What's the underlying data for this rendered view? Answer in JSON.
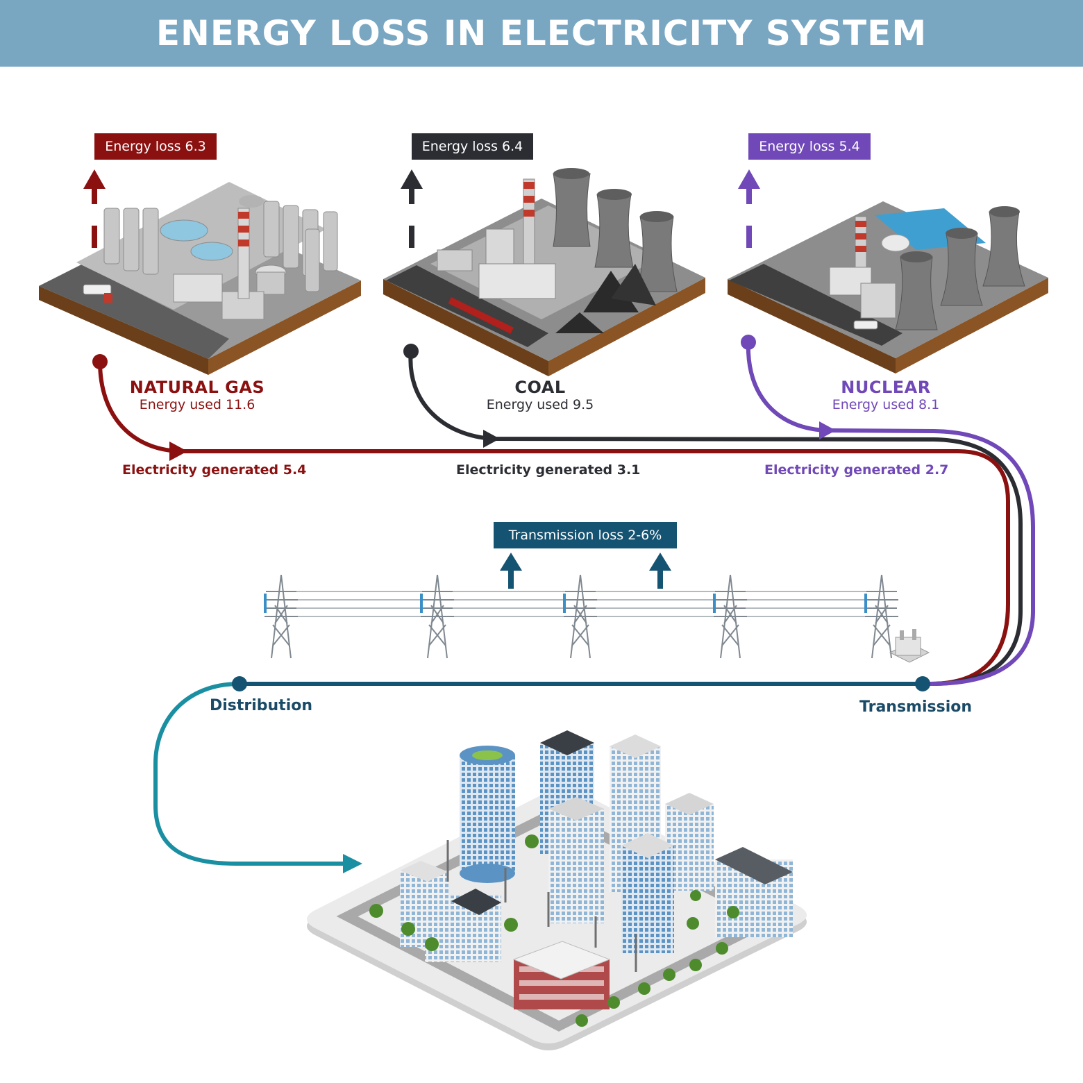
{
  "title": "ENERGY LOSS IN ELECTRICITY SYSTEM",
  "colors": {
    "banner": "#79a7c2",
    "natural_gas": "#8b1010",
    "coal": "#2b2d33",
    "nuclear": "#7048b8",
    "transmission": "#155372",
    "distribution": "#1b8fa2"
  },
  "sources": [
    {
      "name": "NATURAL GAS",
      "energy_used": "Energy used 11.6",
      "energy_loss": "Energy loss 6.3",
      "electricity": "Electricity generated 5.4",
      "icon": "gas-power-plant-icon"
    },
    {
      "name": "COAL",
      "energy_used": "Energy used 9.5",
      "energy_loss": "Energy loss 6.4",
      "electricity": "Electricity generated 3.1",
      "icon": "coal-power-plant-icon"
    },
    {
      "name": "NUCLEAR",
      "energy_used": "Energy used 8.1",
      "energy_loss": "Energy loss 5.4",
      "electricity": "Electricity generated 2.7",
      "icon": "nuclear-power-plant-icon"
    }
  ],
  "transmission_loss": "Transmission loss 2-6%",
  "nodes": {
    "transmission": "Transmission",
    "distribution": "Distribution"
  },
  "icons": [
    "power-pylon-icon",
    "transformer-icon",
    "city-icon"
  ]
}
